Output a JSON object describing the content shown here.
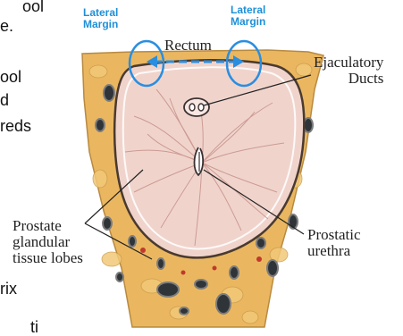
{
  "background_text": {
    "line1_fragment": "ool",
    "line2_fragment": "e.",
    "line3_fragment": "ool",
    "line4_fragment": "d",
    "line5_fragment": "reds",
    "line6_fragment": "rix",
    "line7_fragment": "ti"
  },
  "diagram": {
    "lateral_margin_left": [
      "Lateral",
      "Margin"
    ],
    "lateral_margin_right": [
      "Lateral",
      "Margin"
    ],
    "rectum": "Rectum",
    "ejaculatory_ducts": [
      "Ejaculatory",
      "Ducts"
    ],
    "prostate_lobes": [
      "Prostate",
      "glandular",
      "tissue lobes"
    ],
    "prostatic_urethra": [
      "Prostatic",
      "urethra"
    ]
  },
  "colors": {
    "lateral_margin": "#1e90d8",
    "arrow": "#2a8ee0",
    "tissue": "#eab760",
    "prostate": "#f0d4cc",
    "outline": "#4a3a30"
  }
}
